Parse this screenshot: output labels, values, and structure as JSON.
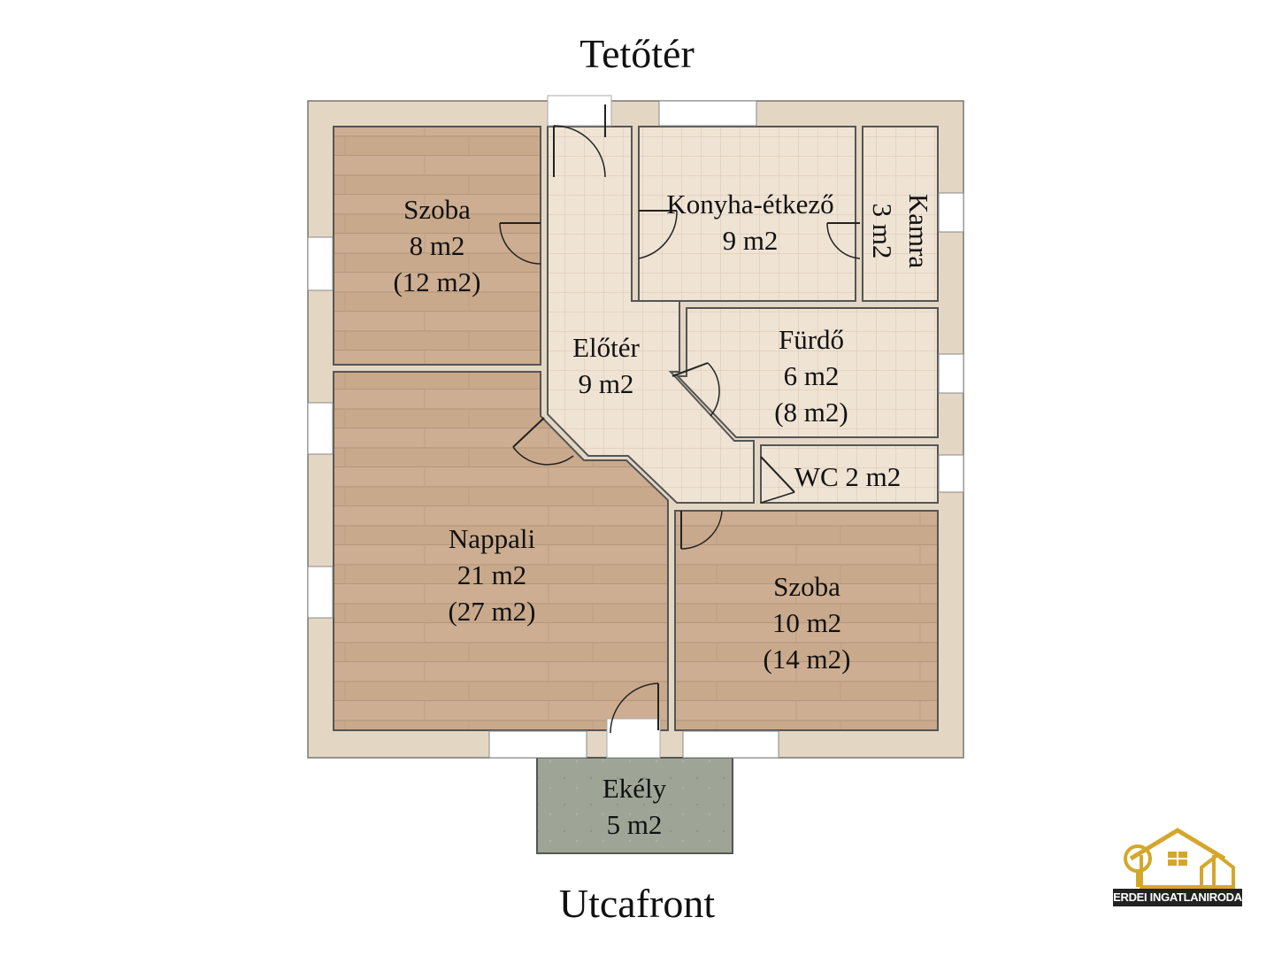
{
  "header": {
    "title": "Tetőtér"
  },
  "footer": {
    "title": "Utcafront"
  },
  "rooms": {
    "szoba_top": {
      "name": "Szoba",
      "area": "8 m2",
      "area_total": "(12 m2)"
    },
    "konyha": {
      "name": "Konyha-étkező",
      "area": "9 m2"
    },
    "kamra": {
      "name": "Kamra",
      "area": "3 m2"
    },
    "eloter": {
      "name": "Előtér",
      "area": "9 m2"
    },
    "furdo": {
      "name": "Fürdő",
      "area": "6 m2",
      "area_total": "(8 m2)"
    },
    "wc": {
      "label": "WC 2 m2"
    },
    "nappali": {
      "name": "Nappali",
      "area": "21 m2",
      "area_total": "(27 m2)"
    },
    "szoba_bottom": {
      "name": "Szoba",
      "area": "10 m2",
      "area_total": "(14 m2)"
    },
    "ekely": {
      "name": "Ekély",
      "area": "5 m2"
    }
  },
  "logo": {
    "text": "ERDEI INGATLANIRODA"
  },
  "colors": {
    "wall": "#e3d7c4",
    "wood_floor": "#c9a98c",
    "tile_floor": "#efe3d4",
    "terrace": "#9ea596",
    "logo_gold": "#d4a72c"
  }
}
